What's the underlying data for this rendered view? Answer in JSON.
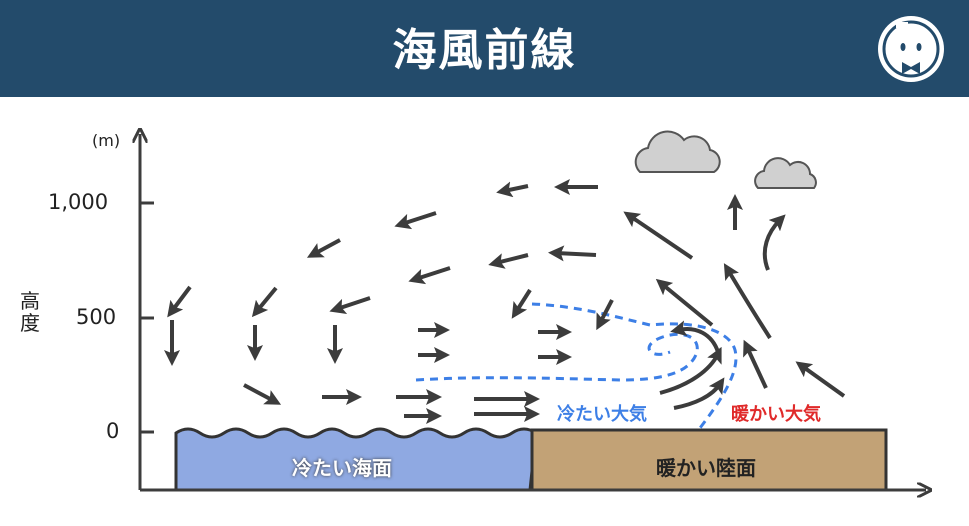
{
  "header": {
    "title": "海風前線",
    "logo": "bowtie-mascot-logo"
  },
  "axis": {
    "unit": "(m)",
    "ylabel": "高度",
    "ticks": [
      "1,000",
      "500",
      "0"
    ]
  },
  "labels": {
    "cold_air": "冷たい大気",
    "warm_air": "暖かい大気",
    "sea": "冷たい海面",
    "land": "暖かい陸面"
  },
  "colors": {
    "header": "#234b6b",
    "sea": "#8fa9e2",
    "land": "#c2a276",
    "cold": "#3d7fe6",
    "warm": "#e02a2a",
    "arrow": "#3c3c3c"
  }
}
